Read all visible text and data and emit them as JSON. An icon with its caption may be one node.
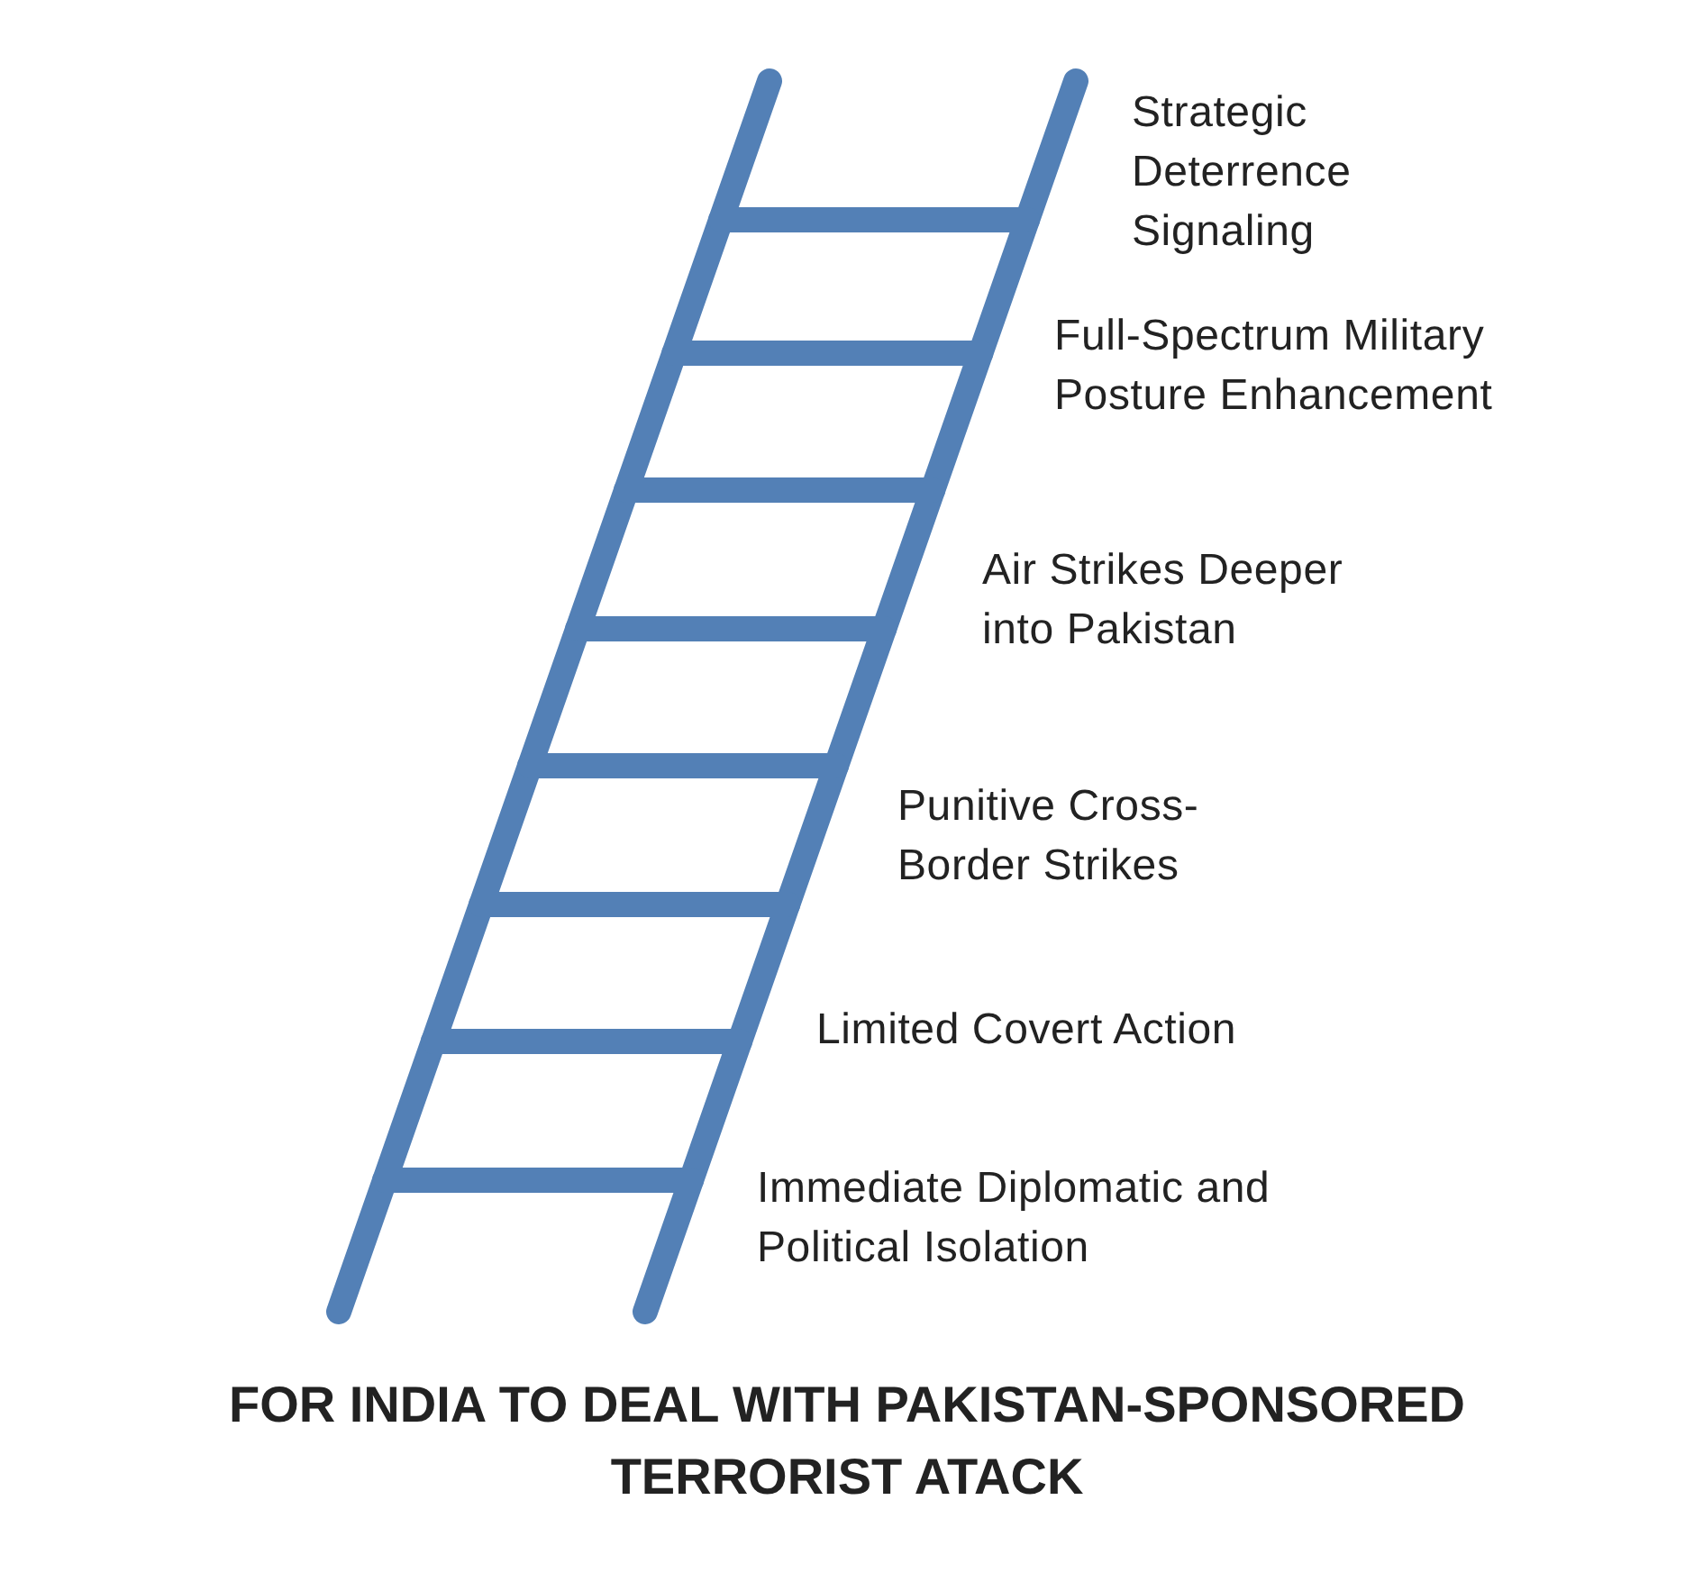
{
  "diagram": {
    "caption": "FOR INDIA TO DEAL WITH PAKISTAN-SPONSORED TERRORIST ATACK",
    "labels": [
      "Strategic Deterrence Signaling",
      "Full-Spectrum Military Posture Enhancement",
      "Air Strikes Deeper into Pakistan",
      "Punitive Cross-Border Strikes",
      "Limited Covert Action",
      "Immediate Diplomatic and Political Isolation"
    ]
  }
}
